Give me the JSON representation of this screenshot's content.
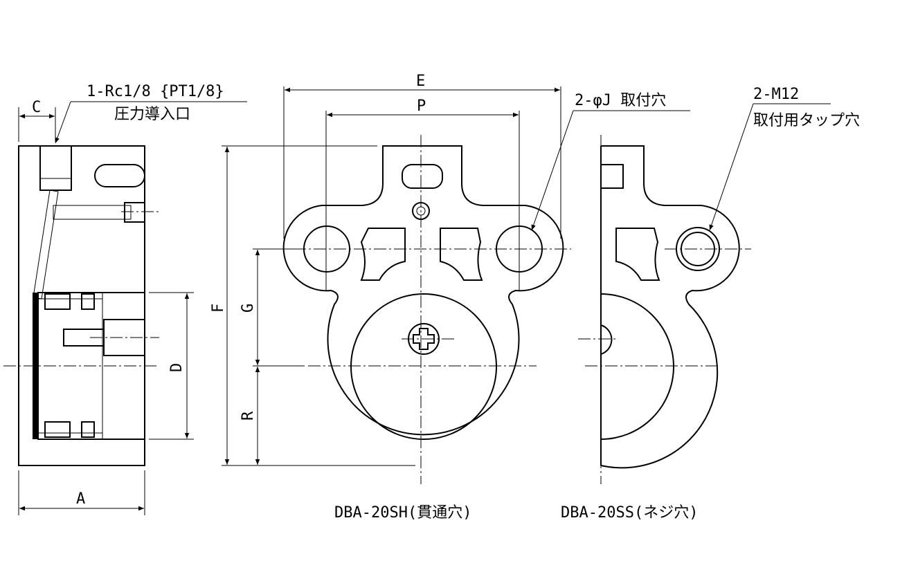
{
  "dimensions": {
    "C": "C",
    "A": "A",
    "D": "D",
    "E": "E",
    "P": "P",
    "F": "F",
    "G": "G",
    "R": "R"
  },
  "notes": {
    "port_line1": "1-Rc1/8 {PT1/8}",
    "port_line2": "圧力導入口",
    "mount_hole": "2-φJ 取付穴",
    "tap_line1": "2-M12",
    "tap_line2": "取付用タップ穴"
  },
  "captions": {
    "sh_model": "DBA-20SH(貫通穴)",
    "ss_model": "DBA-20SS(ネジ穴)"
  }
}
